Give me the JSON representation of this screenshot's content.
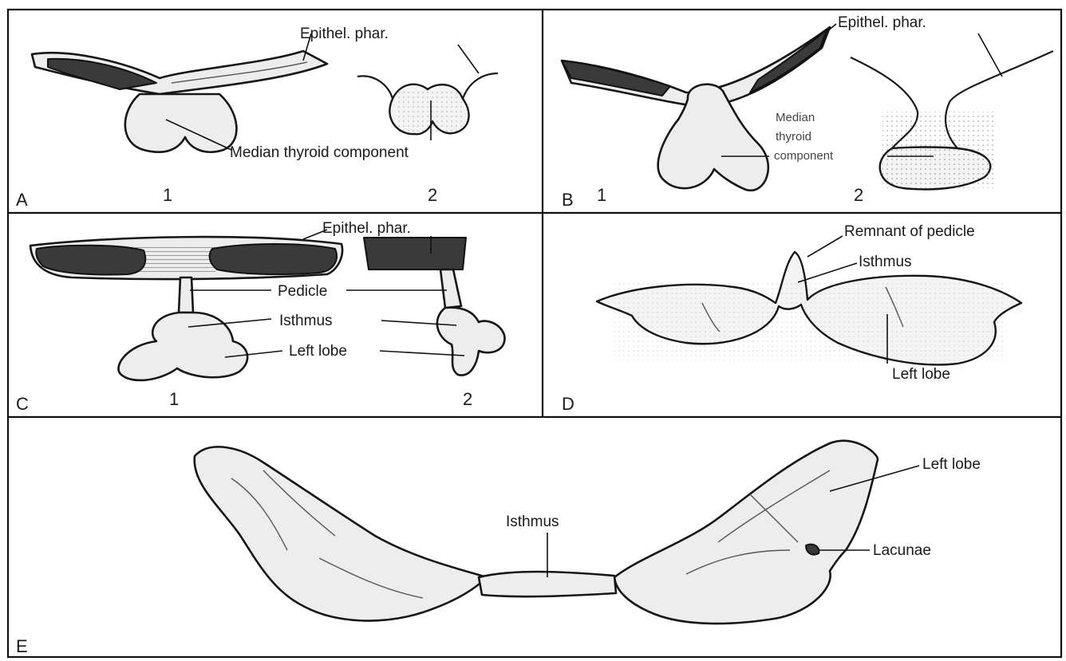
{
  "panels": {
    "A": {
      "letter": "A",
      "num1": "1",
      "num2": "2",
      "epithel": "Epithel. phar.",
      "median": "Median thyroid component"
    },
    "B": {
      "letter": "B",
      "num1": "1",
      "num2": "2",
      "epithel": "Epithel. phar.",
      "median_line1": "Median",
      "median_line2": "thyroid",
      "median_line3": "component"
    },
    "C": {
      "letter": "C",
      "num1": "1",
      "num2": "2",
      "epithel": "Epithel. phar.",
      "pedicle": "Pedicle",
      "isthmus": "Isthmus",
      "left_lobe": "Left lobe"
    },
    "D": {
      "letter": "D",
      "remnant": "Remnant of pedicle",
      "isthmus": "Isthmus",
      "left_lobe": "Left lobe"
    },
    "E": {
      "letter": "E",
      "isthmus": "Isthmus",
      "left_lobe": "Left lobe",
      "lacunae": "Lacunae"
    }
  },
  "colors": {
    "ink": "#111111",
    "tissue": "#ededed",
    "background": "#ffffff"
  }
}
